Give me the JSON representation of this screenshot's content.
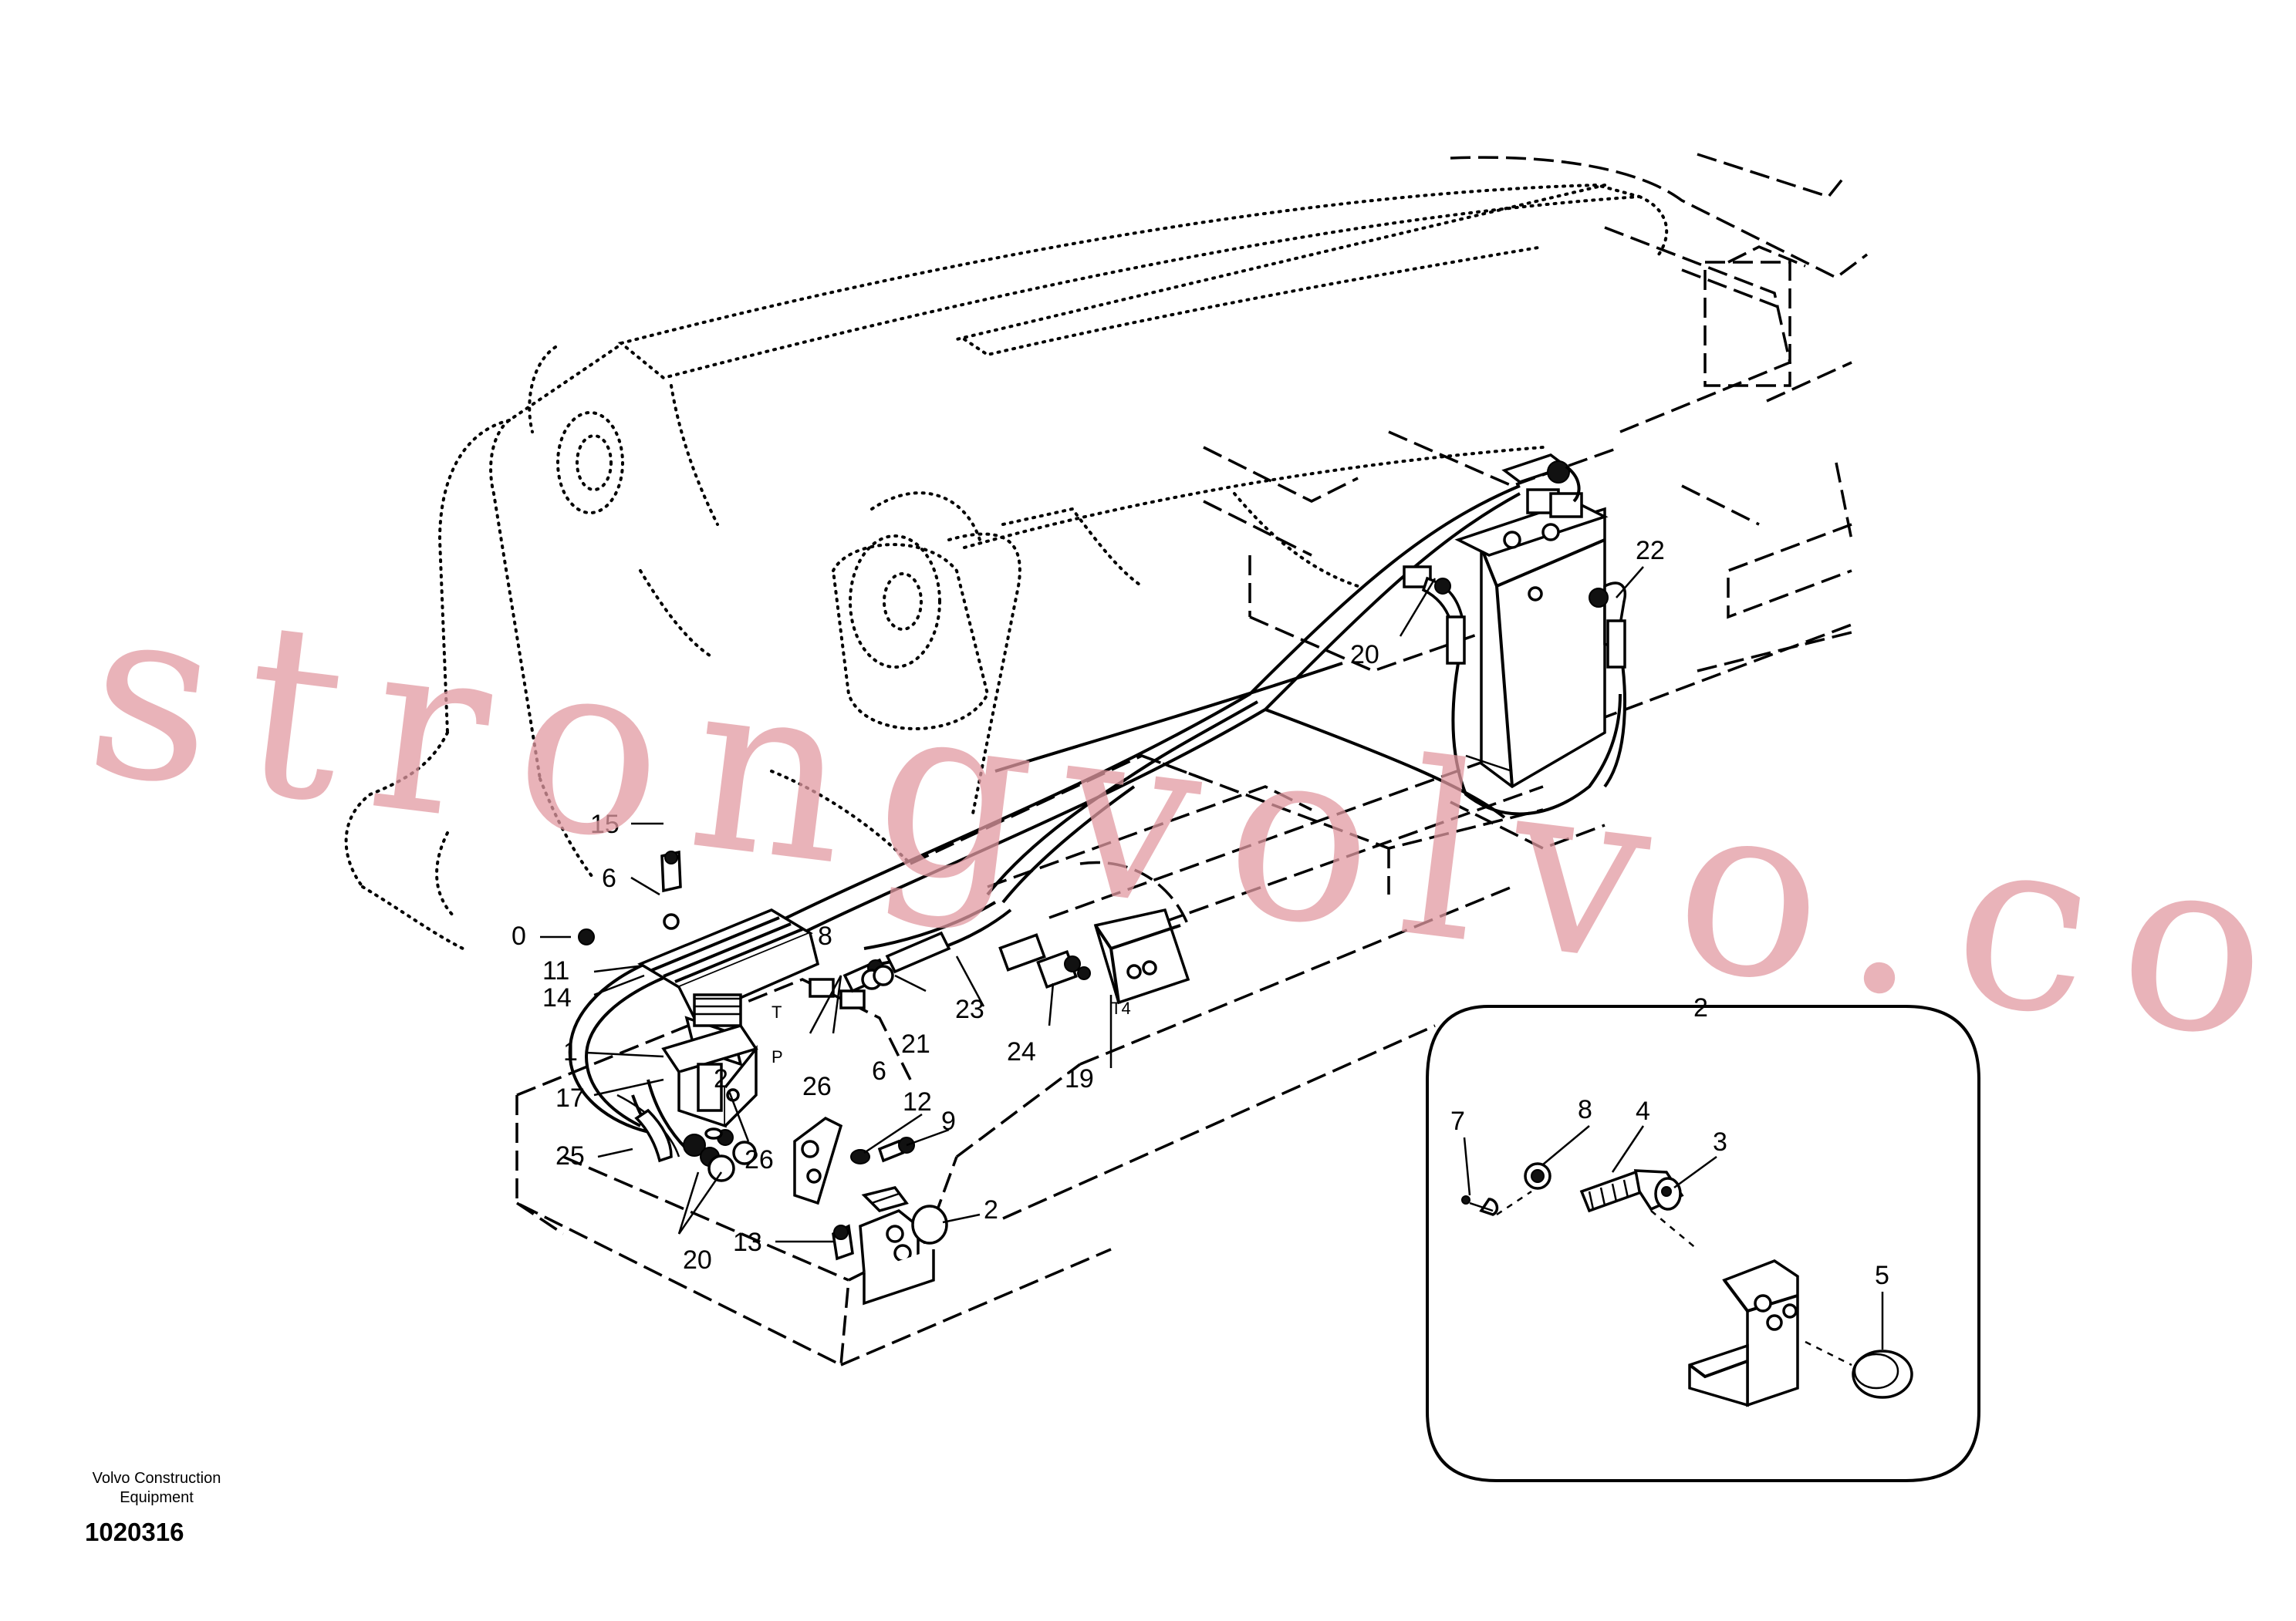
{
  "labels": {
    "l1": "1",
    "l2": "2",
    "l2b": "2",
    "l2c": "2",
    "l3": "3",
    "l5": "5",
    "l7": "7",
    "l8": "8",
    "l9": "9",
    "l10": "0",
    "l11": "11",
    "l12": "12",
    "l13": "13",
    "l14": "14",
    "l15": "15",
    "l16": "6",
    "l17": "17",
    "l19": "19",
    "l20a": "20",
    "l20b": "20",
    "l21": "21",
    "l22": "22",
    "l23": "23",
    "l24": "24",
    "l25": "25",
    "l26a": "26",
    "l26b": "26",
    "l8b": "8",
    "l6b": "6",
    "l4": "4",
    "lT": "T",
    "lP": "P",
    "lT4": "T4"
  },
  "watermark": "strongvolvo.com",
  "footer": {
    "company": "Volvo Construction Equipment",
    "doc_number": "1020316"
  }
}
